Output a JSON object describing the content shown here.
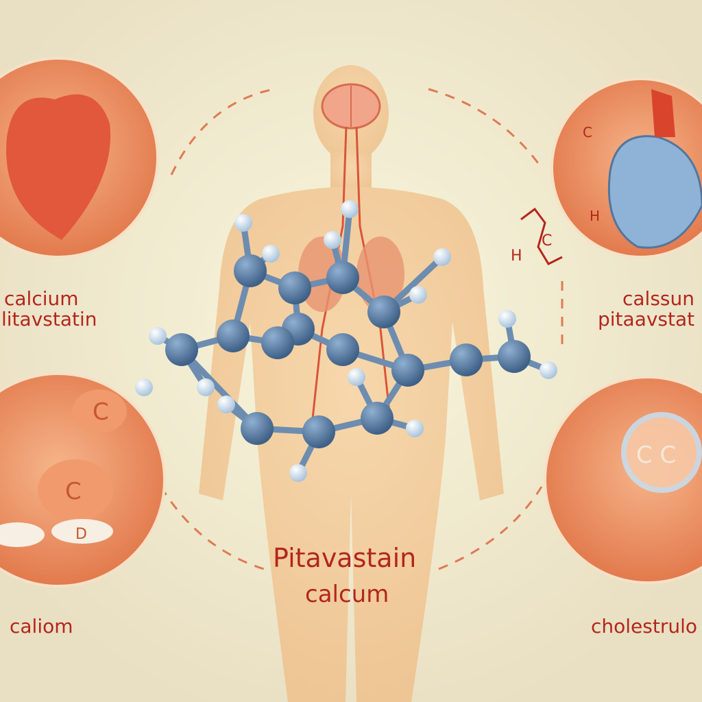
{
  "labels": {
    "top_left_line1": "calcium",
    "top_left_line2": "litavstatin",
    "top_right_line1": "calssun",
    "top_right_line2": "pitaavstat",
    "center_line1": "Pitavastain",
    "center_line2": "calcum",
    "bottom_left": "caliom",
    "bottom_right": "cholestrulo"
  },
  "tablet_letters": [
    "C",
    "C",
    "D"
  ],
  "lens_letters": "C C",
  "heart_formula": [
    "C",
    "H"
  ],
  "structure_formula": [
    "H",
    "C"
  ],
  "colors": {
    "background": "#efe7cf",
    "circle_orange": "#e8875a",
    "text_red": "#b2261b",
    "atom_dark": "#4b6d93",
    "atom_light": "#c9dceb",
    "body": "#f3c99a",
    "dash": "#e07a52"
  }
}
